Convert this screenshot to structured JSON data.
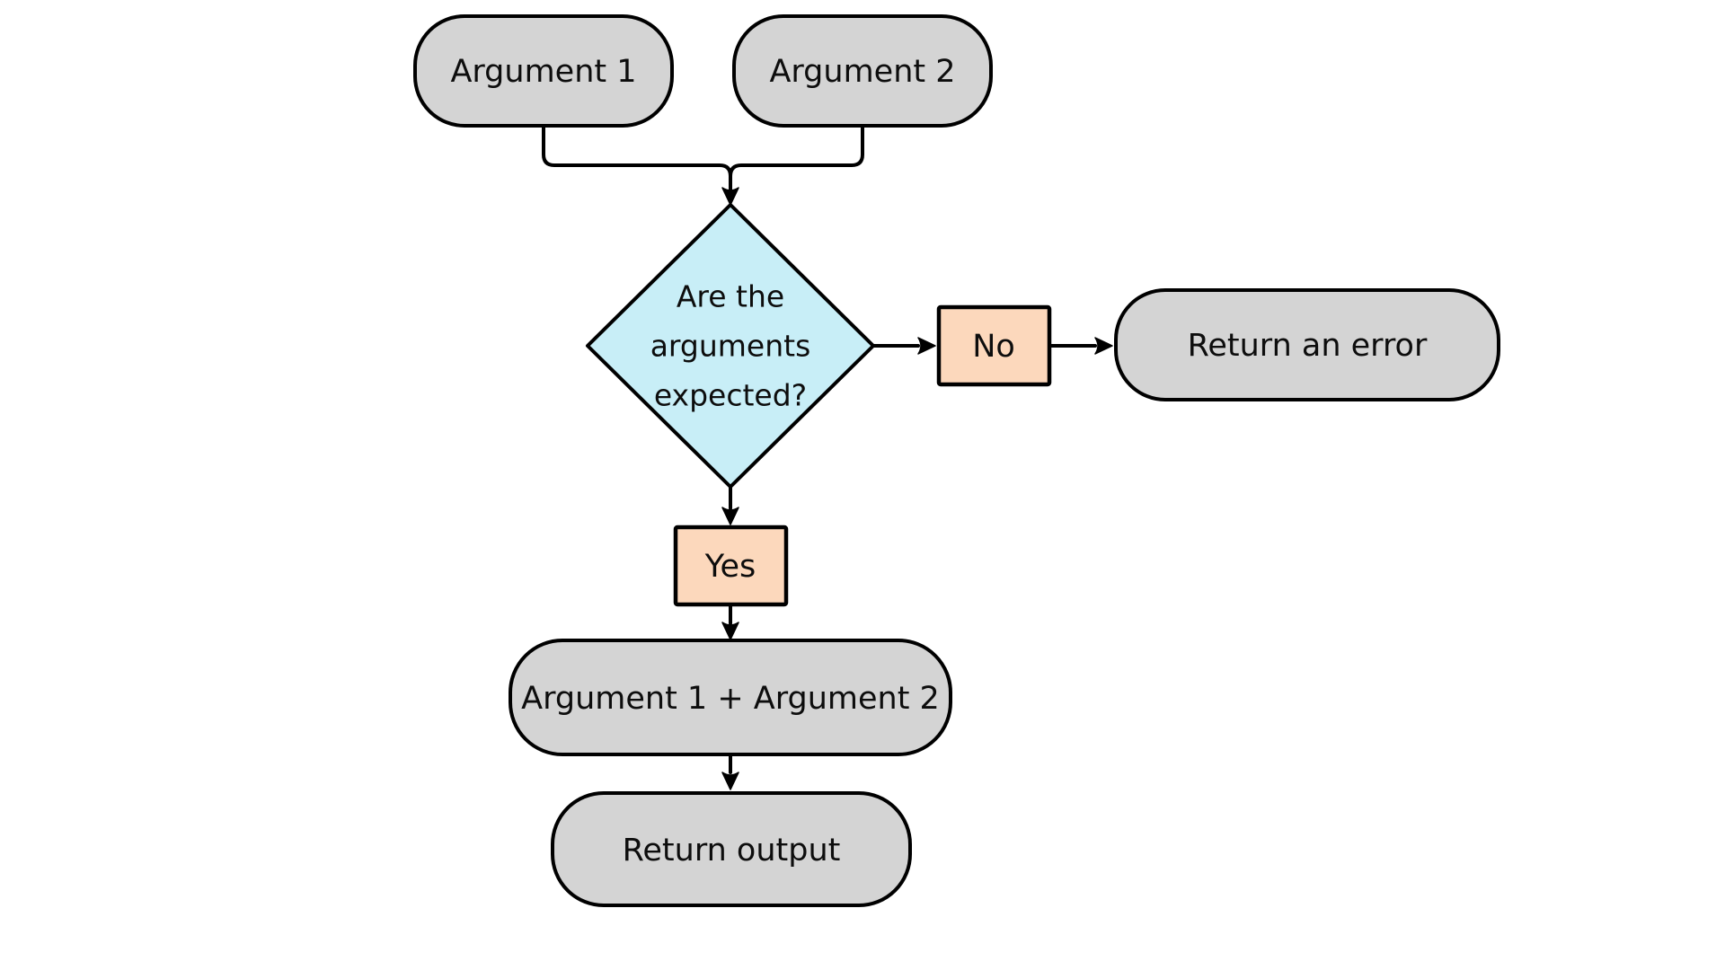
{
  "diagram": {
    "type": "flowchart",
    "background": "#ffffff",
    "colors": {
      "process_fill": "#d4d4d4",
      "decision_fill": "#c8eef7",
      "edge_label_fill": "#fcd8bc",
      "stroke": "#000000",
      "text": "#0d0d0d"
    },
    "nodes": {
      "arg1": {
        "shape": "rounded-rect",
        "label": "Argument 1"
      },
      "arg2": {
        "shape": "rounded-rect",
        "label": "Argument 2"
      },
      "decision": {
        "shape": "diamond",
        "label": "Are the arguments expected?",
        "lines": [
          "Are the",
          "arguments",
          "expected?"
        ]
      },
      "error": {
        "shape": "rounded-rect",
        "label": "Return an error"
      },
      "sum": {
        "shape": "rounded-rect",
        "label": "Argument 1 + Argument 2"
      },
      "output": {
        "shape": "rounded-rect",
        "label": "Return output"
      }
    },
    "edge_labels": {
      "no": {
        "label": "No"
      },
      "yes": {
        "label": "Yes"
      }
    },
    "edges": [
      {
        "from": "Argument 1",
        "to": "Are the arguments expected?"
      },
      {
        "from": "Argument 2",
        "to": "Are the arguments expected?"
      },
      {
        "from": "Are the arguments expected?",
        "to": "Return an error",
        "label": "No"
      },
      {
        "from": "Are the arguments expected?",
        "to": "Argument 1 + Argument 2",
        "label": "Yes"
      },
      {
        "from": "Argument 1 + Argument 2",
        "to": "Return output"
      }
    ]
  }
}
